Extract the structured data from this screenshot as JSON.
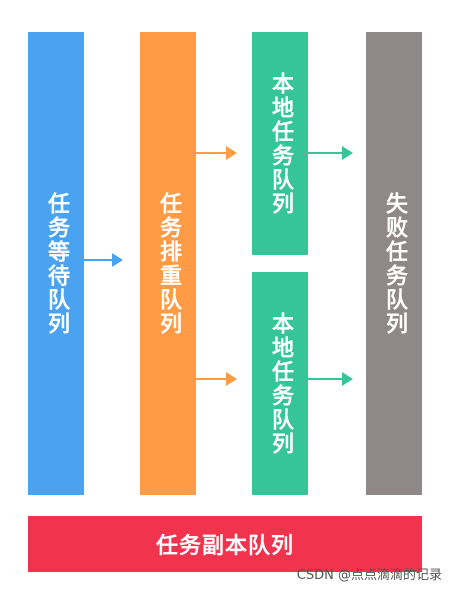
{
  "colors": {
    "wait": "#4aa3f0",
    "dedup": "#ff9a45",
    "local": "#35c596",
    "failed": "#8f8888",
    "replica": "#f2334d",
    "arrow_blue": "#4aa3f0",
    "arrow_orange": "#ff9a45",
    "arrow_green": "#35c596"
  },
  "nodes": {
    "wait_queue": "任务等待队列",
    "dedup_queue": "任务排重队列",
    "local_queue_1": "本地任务队列",
    "local_queue_2": "本地任务队列",
    "failed_queue": "失败任务队列",
    "replica_queue": "任务副本队列"
  },
  "watermark": "CSDN @点点滴滴的记录"
}
